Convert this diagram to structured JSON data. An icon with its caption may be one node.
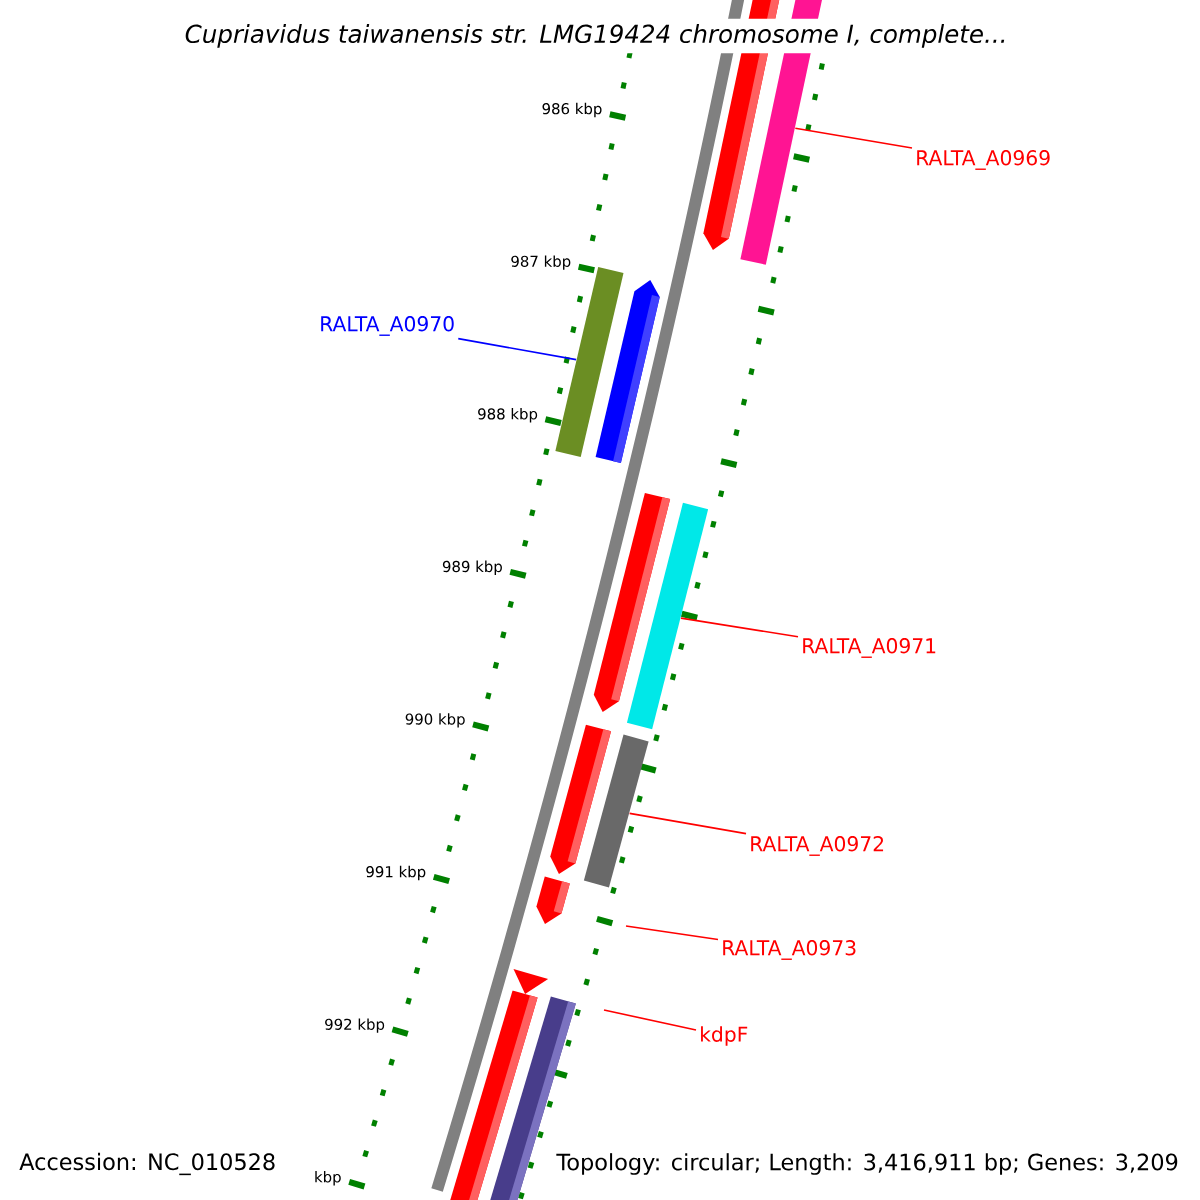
{
  "diagram": {
    "title": "Cupriavidus taiwanensis str. LMG19424 chromosome I, complete...",
    "nodes": [
      {
        "text": [
          "RALTA_A0969"
        ]
      },
      {
        "text": [
          "RALTA_A0970"
        ]
      },
      {
        "text": [
          "RALTA_A0971"
        ]
      },
      {
        "text": [
          "RALTA_A0972"
        ]
      },
      {
        "text": [
          "RALTA_A0973"
        ]
      },
      {
        "text": [
          "kdpF"
        ]
      },
      {
        "text": [],
        "shape": "bar"
      },
      {
        "text": [],
        "shape": "bar"
      },
      {
        "text": [],
        "shape": "bar"
      },
      {
        "text": [],
        "shape": "bar"
      }
    ],
    "edges": [
      {
        "from": 0,
        "to": 6,
        "arrow": "none"
      },
      {
        "from": 1,
        "to": 7,
        "arrow": "none",
        "color": "#0000ff"
      },
      {
        "from": 2,
        "to": 8,
        "arrow": "none"
      },
      {
        "from": 3,
        "to": 9,
        "arrow": "none"
      },
      {
        "from": 4,
        "to": null,
        "arrow": "none"
      },
      {
        "from": 5,
        "to": null,
        "arrow": "none"
      }
    ],
    "labels": [
      "986 kbp",
      "987 kbp",
      "988 kbp",
      "989 kbp",
      "990 kbp",
      "991 kbp",
      "992 kbp",
      "kbp",
      "Accession: NC_010528",
      "Topology: circular; Length: 3,416,911 bp; Genes: 3,209"
    ]
  }
}
